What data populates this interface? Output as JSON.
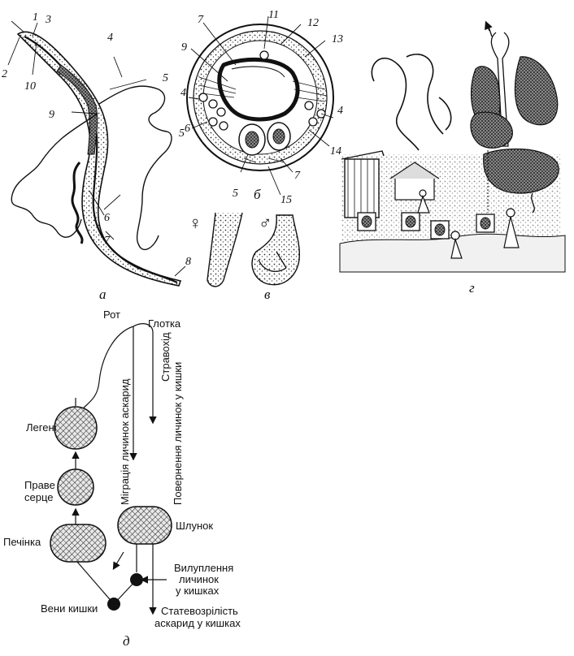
{
  "panels": {
    "a": "а",
    "b": "б",
    "v": "в",
    "g": "г",
    "d": "д"
  },
  "worm_numbers": [
    "1",
    "2",
    "3",
    "4",
    "10",
    "9",
    "5",
    "6",
    "7",
    "8"
  ],
  "section_numbers": [
    "7",
    "11",
    "12",
    "13",
    "9",
    "4",
    "5",
    "6",
    "4",
    "14",
    "7",
    "5",
    "15"
  ],
  "sex_symbols": {
    "female": "♀",
    "male": "♂"
  },
  "scheme": {
    "mouth": "Рот",
    "pharynx": "Глотка",
    "lungs": "Легені",
    "right_heart_line1": "Праве",
    "right_heart_line2": "серце",
    "liver": "Печінка",
    "stomach": "Шлунок",
    "gut_veins": "Вени кишки",
    "hatching_line1": "Вилуплення",
    "hatching_line2": "личинок",
    "hatching_line3": "у кишках",
    "maturity_line1": "Статевозрілість",
    "maturity_line2": "аскарид у кишках",
    "migration": "Міграція личинок аскарид",
    "esophagus": "Стравохід",
    "return": "Повернення личинок у кишки"
  }
}
